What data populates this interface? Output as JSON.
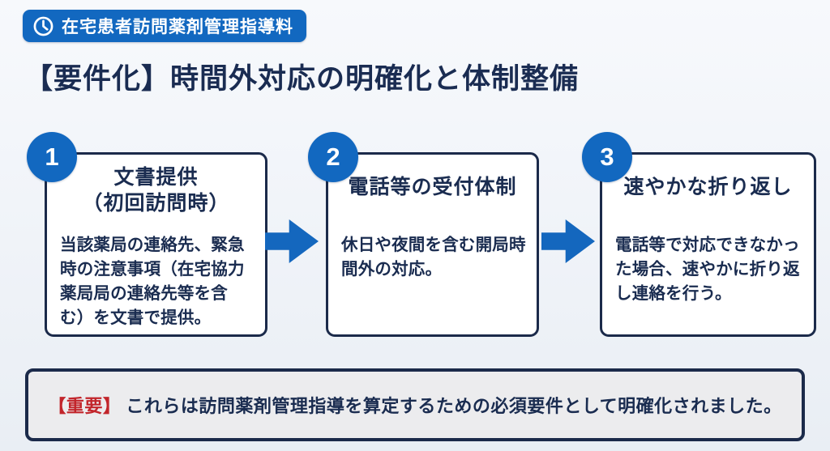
{
  "badge": {
    "icon": "clock-icon",
    "label": "在宅患者訪問薬剤管理指導料"
  },
  "title": "【要件化】時間外対応の明確化と体制整備",
  "steps": [
    {
      "number": "1",
      "title": "文書提供\n（初回訪問時）",
      "body": "当該薬局の連絡先、緊急\n時の注意事項（在宅協力\n薬局局の連絡先等を含\nむ）を文書で提供。"
    },
    {
      "number": "2",
      "title": "電話等の受付体制",
      "body": "休日や夜間を含む開局時\n間外の対応。"
    },
    {
      "number": "3",
      "title": "速やかな折り返し",
      "body": "電話等で対応できなかっ\nた場合、速やかに折り返\nし連絡を行う。"
    }
  ],
  "footer": {
    "highlight": "【重要】",
    "text": "これらは訪問薬剤管理指導を算定するための必須要件として明確化されました。"
  },
  "colors": {
    "accent_blue": "#1268c0",
    "navy_text": "#1a2c50",
    "border_navy": "#1b2a4a",
    "red": "#c2252b",
    "footer_bg": "#ececee"
  }
}
